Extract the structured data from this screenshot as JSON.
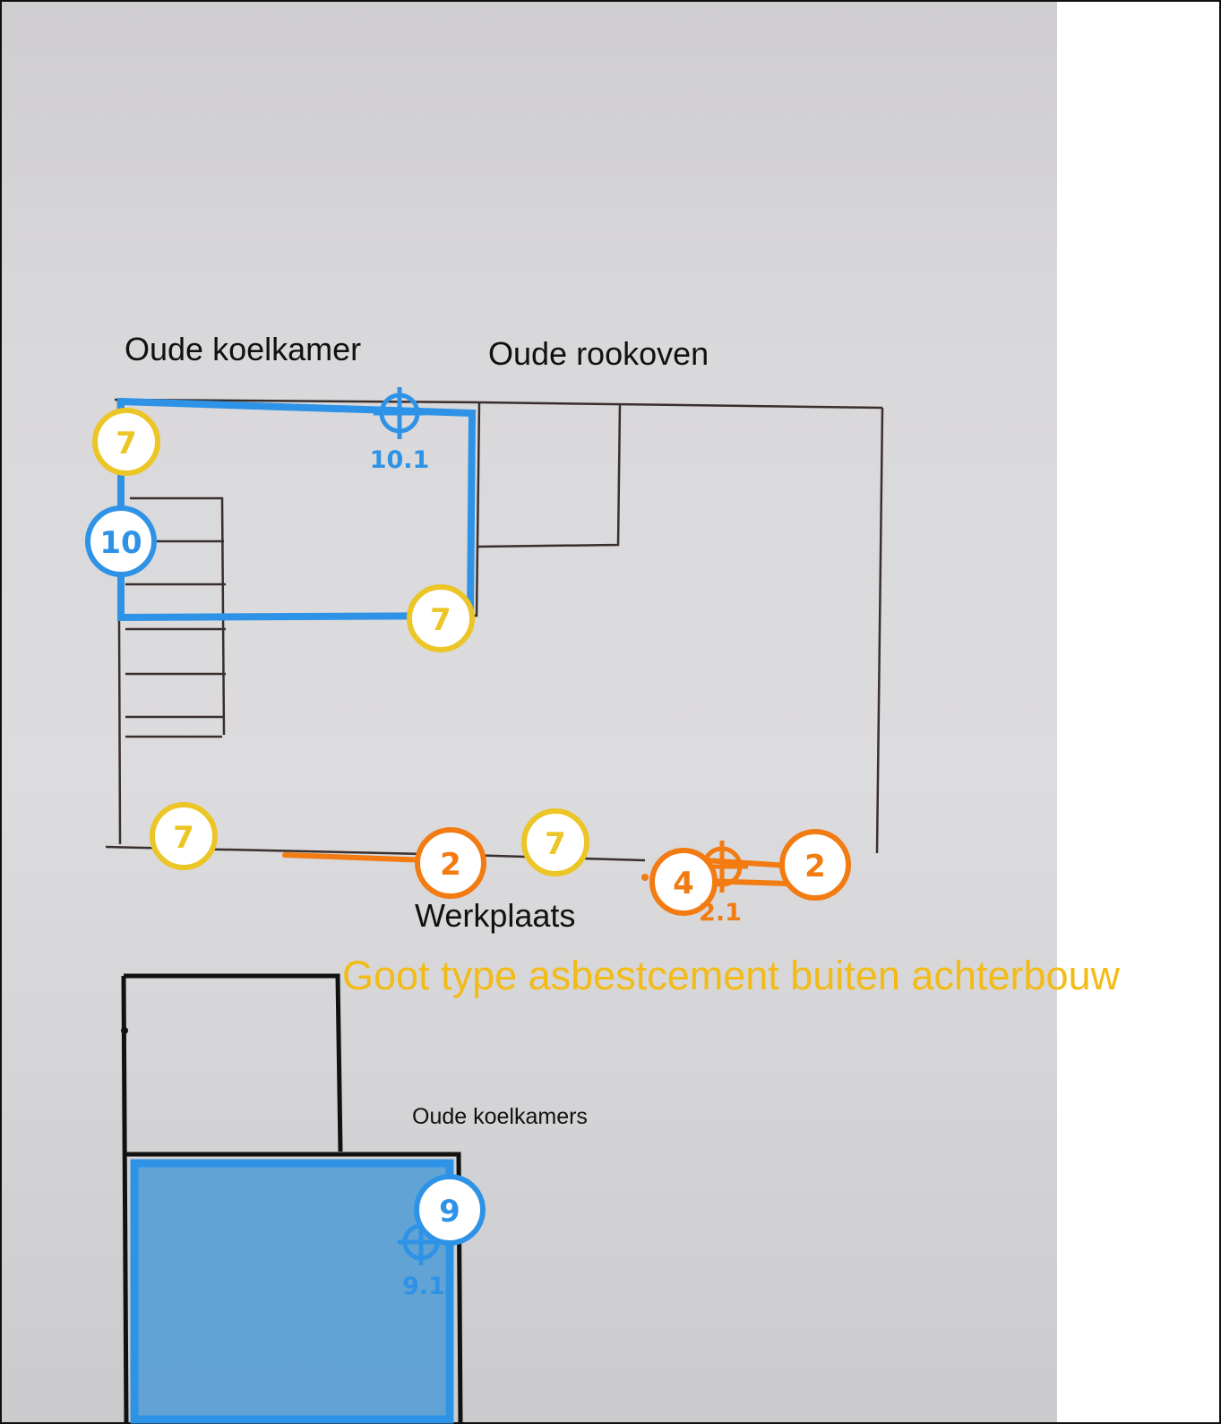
{
  "labels": {
    "oude_koelkamer": "Oude koelkamer",
    "oude_rookoven": "Oude rookoven",
    "werkplaats": "Werkplaats",
    "goot": "Goot type asbestcement buiten achterbouw",
    "oude_koelkamers": "Oude koelkamers"
  },
  "markers": {
    "yellow_7": "7",
    "blue_10": "10",
    "blue_9": "9",
    "orange_2": "2",
    "orange_4": "4"
  },
  "target_labels": {
    "t_10_1": "10.1",
    "t_2_1": "2.1",
    "t_9_1": "9.1"
  },
  "colors": {
    "blue": "#2e93e6",
    "orange": "#f27b12",
    "yellow": "#ecc526",
    "label_yellow": "#f2bb16",
    "fill_blue": "#4f9bd6",
    "sketch": "#3a2f2d"
  }
}
